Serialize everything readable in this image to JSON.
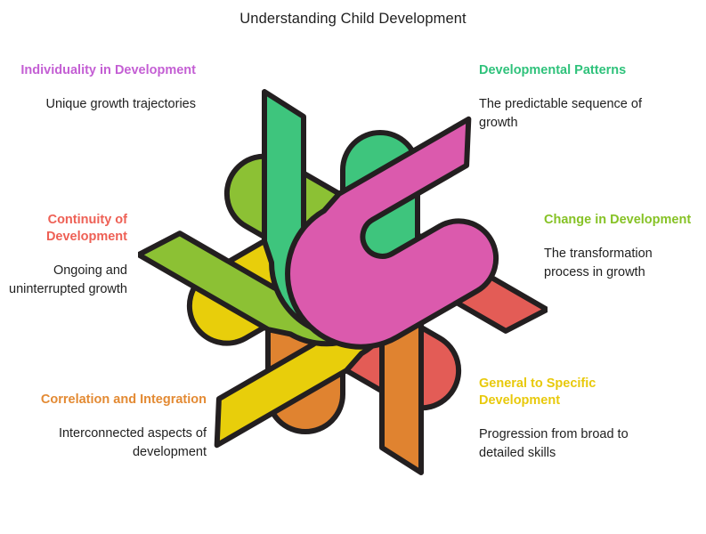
{
  "title": "Understanding Child Development",
  "palette": {
    "pink": "#DB5AAD",
    "green": "#3EC57D",
    "red": "#E35C56",
    "lime": "#8CC134",
    "orange": "#E08330",
    "yellow": "#E8CE0B",
    "outline": "#231f20",
    "body_text": "#1f1f1f",
    "background": "#ffffff"
  },
  "sections": [
    {
      "id": "individuality",
      "heading": "Individuality in Development",
      "body": "Unique growth trajectories",
      "heading_color": "#C45FD4",
      "shape_color": "#DB5AAD",
      "position": "top-left"
    },
    {
      "id": "patterns",
      "heading": "Developmental Patterns",
      "body": "The predictable sequence of growth",
      "heading_color": "#2FC27B",
      "shape_color": "#3EC57D",
      "position": "top-right"
    },
    {
      "id": "continuity",
      "heading": "Continuity of Development",
      "body": "Ongoing and uninterrupted growth",
      "heading_color": "#EE6055",
      "shape_color": "#E35C56",
      "position": "middle-left"
    },
    {
      "id": "change",
      "heading": "Change in Development",
      "body": "The transformation process in growth",
      "heading_color": "#86C225",
      "shape_color": "#8CC134",
      "position": "middle-right"
    },
    {
      "id": "correlation",
      "heading": "Correlation and Integration",
      "body": "Interconnected aspects of development",
      "heading_color": "#E38A33",
      "shape_color": "#E08330",
      "position": "bottom-left"
    },
    {
      "id": "general",
      "heading": "General to Specific Development",
      "body": "Progression from broad to detailed skills",
      "heading_color": "#E8C90B",
      "shape_color": "#E8CE0B",
      "position": "bottom-right"
    }
  ],
  "graphic": {
    "name": "six-strand-interlocking-knot",
    "strand_count": 6,
    "strand_order": [
      "pink",
      "green",
      "lime",
      "yellow",
      "orange",
      "red"
    ]
  }
}
